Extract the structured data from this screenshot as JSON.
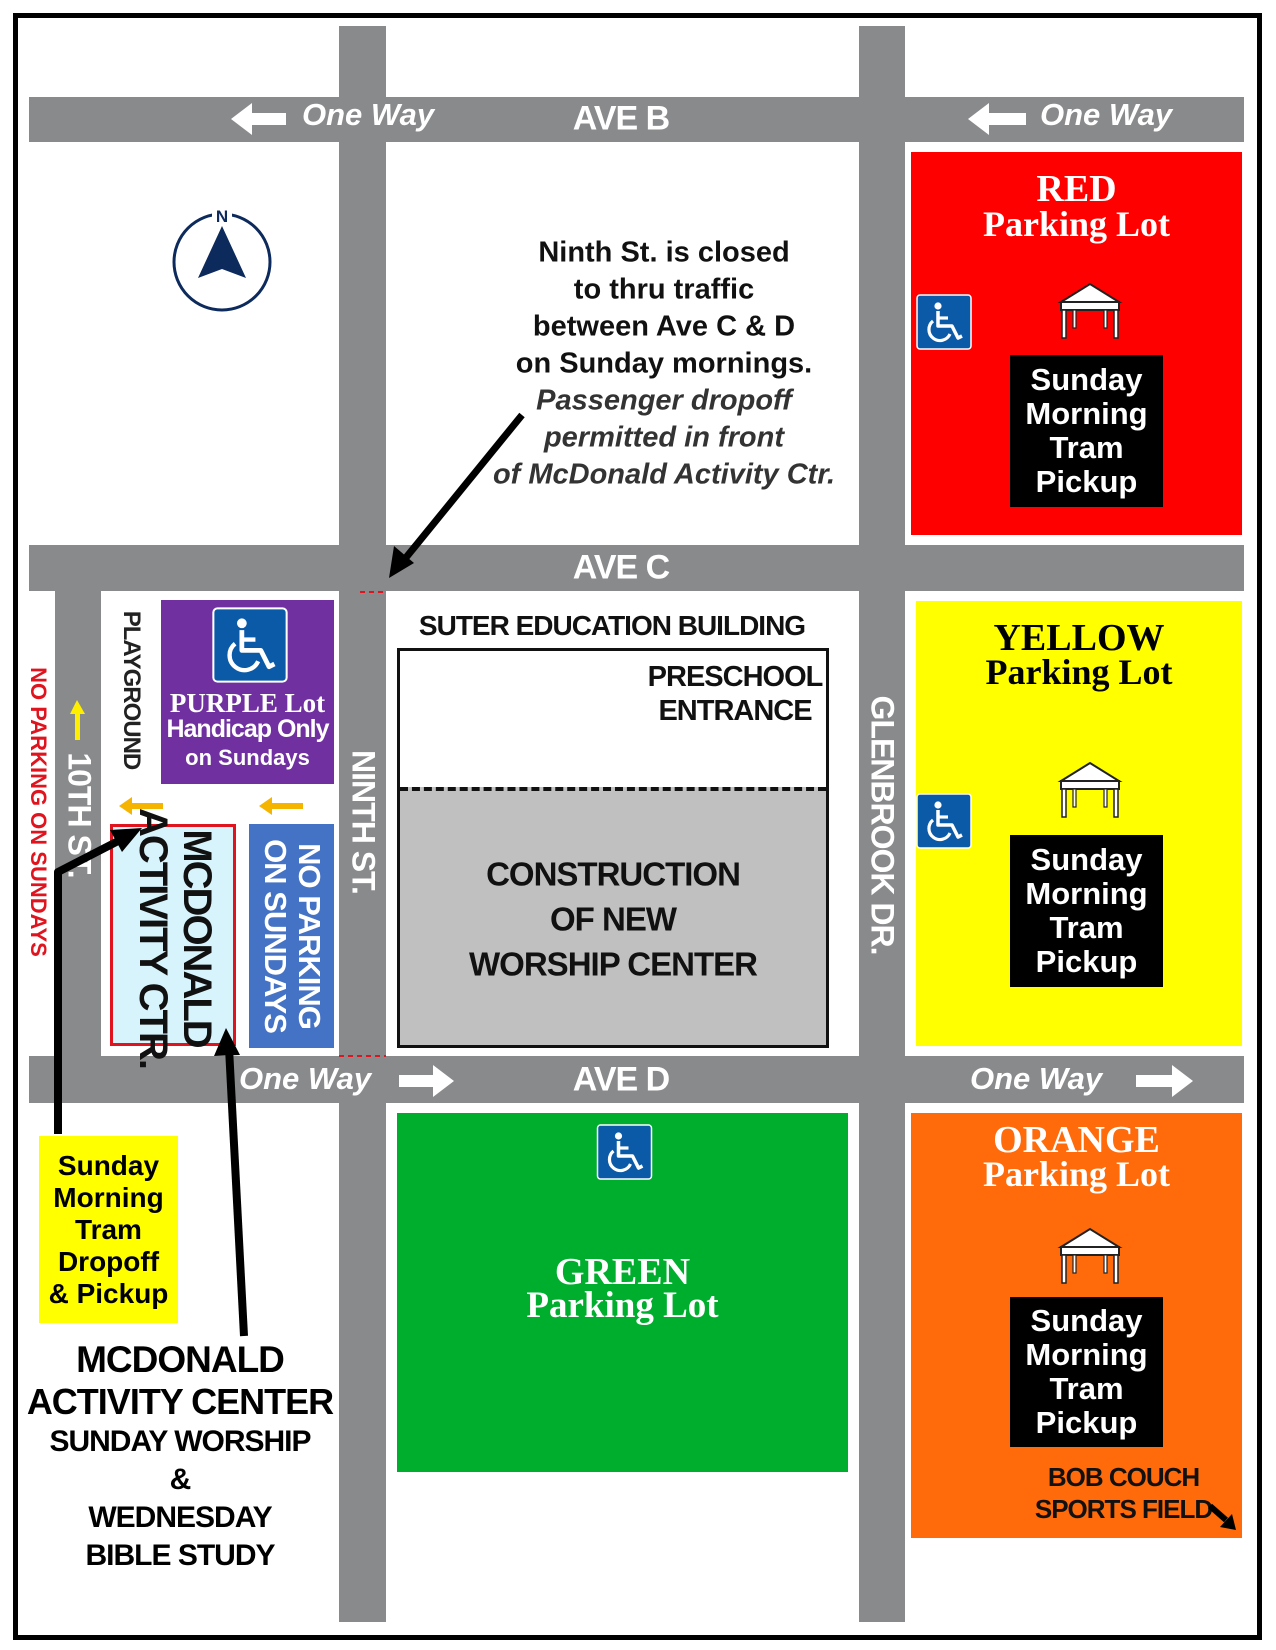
{
  "streets": {
    "ave_b": "AVE B",
    "ave_c": "AVE C",
    "ave_d": "AVE D",
    "ninth": "NINTH ST.",
    "tenth": "10TH ST.",
    "glenbrook": "GLENBROOK DR."
  },
  "one_way_label": "One Way",
  "compass_label": "N",
  "notice": {
    "lines": [
      "Ninth St. is closed",
      "to thru traffic",
      "between Ave C & D",
      "on Sunday mornings."
    ],
    "italic_lines": [
      "Passenger dropoff",
      "permitted in front",
      "of McDonald Activity Ctr."
    ]
  },
  "lots": {
    "red": {
      "title": "RED",
      "subtitle": "Parking Lot",
      "color": "#ff0000"
    },
    "yellow": {
      "title": "YELLOW",
      "subtitle": "Parking Lot",
      "color": "#ffff00"
    },
    "orange": {
      "title": "ORANGE",
      "subtitle": "Parking Lot",
      "color": "#ff6a0a"
    },
    "green": {
      "title": "GREEN",
      "subtitle": "Parking Lot",
      "color": "#00ae2e"
    },
    "purple": {
      "title": "PURPLE Lot",
      "line2": "Handicap Only",
      "line3": "on Sundays",
      "color": "#7030a0"
    }
  },
  "tram_pickup": [
    "Sunday",
    "Morning",
    "Tram",
    "Pickup"
  ],
  "tram_dropoff": [
    "Sunday",
    "Morning",
    "Tram",
    "Dropoff",
    "& Pickup"
  ],
  "buildings": {
    "suter": "SUTER EDUCATION BUILDING",
    "preschool": [
      "PRESCHOOL",
      "ENTRANCE"
    ],
    "construction": [
      "CONSTRUCTION",
      "OF NEW",
      "WORSHIP CENTER"
    ],
    "mcdonald": [
      "MCDONALD",
      "ACTIVITY CTR."
    ],
    "playground": "PLAYGROUND"
  },
  "no_parking_sundays": "NO PARKING ON SUNDAYS",
  "no_parking_box": [
    "NO PARKING",
    "ON SUNDAYS"
  ],
  "mcdonald_caption": [
    "MCDONALD",
    "ACTIVITY CENTER",
    "SUNDAY WORSHIP",
    "&",
    "WEDNESDAY",
    "BIBLE STUDY"
  ],
  "bob_couch": [
    "BOB COUCH",
    "SPORTS FIELD"
  ]
}
